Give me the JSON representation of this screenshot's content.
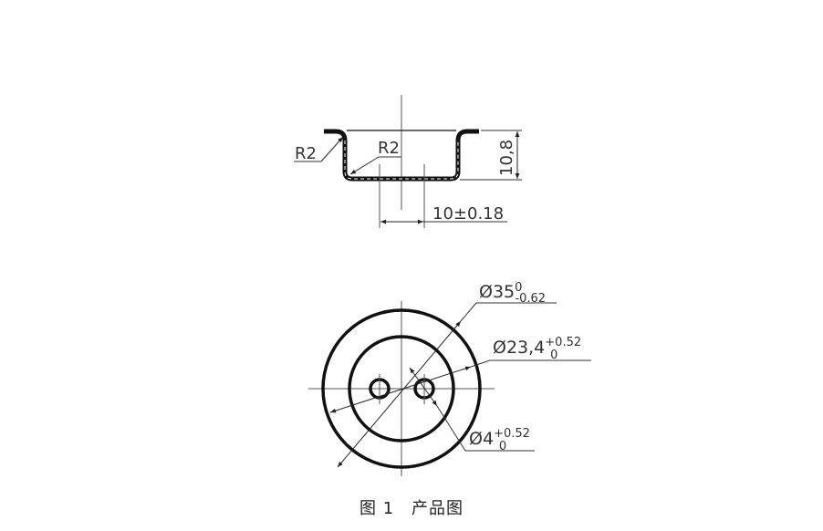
{
  "figure": {
    "caption_number": "图 1",
    "caption_title": "产品图",
    "colors": {
      "outline": "#111111",
      "dim_line": "#333333",
      "center_line": "#555555",
      "background": "#ffffff"
    }
  },
  "section_view": {
    "name": "cross-section (side view) of cup/flange part",
    "radius_outer_label": "R2",
    "radius_inner_label": "R2",
    "height_dim": "10,8",
    "hole_spacing_dim": "10±0.18"
  },
  "plan_view": {
    "name": "top view with two holes",
    "outer_diameter": {
      "symbol": "Ø",
      "value": "35",
      "upper_tol": "0",
      "lower_tol": "-0.62"
    },
    "inner_diameter": {
      "symbol": "Ø",
      "value": "23,4",
      "upper_tol": "+0.52",
      "lower_tol": "0"
    },
    "hole_diameter": {
      "symbol": "Ø",
      "value": "4",
      "upper_tol": "+0.52",
      "lower_tol": "0"
    }
  }
}
